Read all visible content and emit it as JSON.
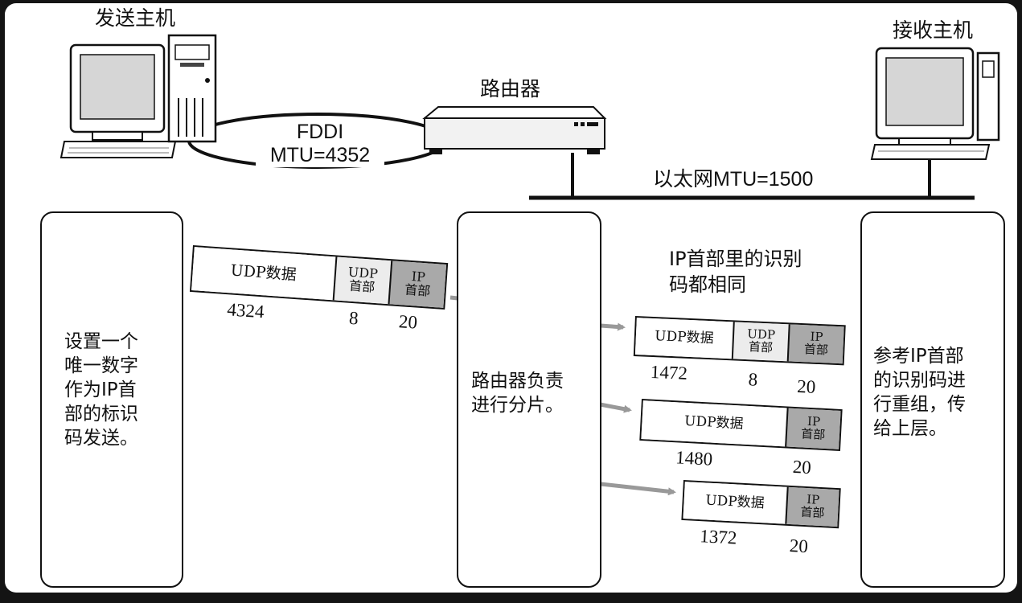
{
  "hosts": {
    "sender_label": "发送主机",
    "receiver_label": "接收主机"
  },
  "router_label": "路由器",
  "links": {
    "fddi_name": "FDDI",
    "fddi_mtu": "MTU=4352",
    "ethernet": "以太网MTU=1500"
  },
  "panels": {
    "sender_text": "设置一个\n唯一数字\n作为IP首\n部的标识\n码发送。",
    "router_text": "路由器负责\n进行分片。",
    "receiver_text": "参考IP首部\n的识别码进\n行重组，传\n给上层。"
  },
  "note": "IP首部里的识别\n码都相同",
  "original_packet": {
    "data_label": "UDP数据",
    "udp_label": "UDP\n首部",
    "ip_label": "IP\n首部",
    "data_size": "4324",
    "udp_size": "8",
    "ip_size": "20"
  },
  "fragments": [
    {
      "data_label": "UDP数据",
      "udp_label": "UDP\n首部",
      "ip_label": "IP\n首部",
      "data_size": "1472",
      "udp_size": "8",
      "ip_size": "20"
    },
    {
      "data_label": "UDP数据",
      "ip_label": "IP\n首部",
      "data_size": "1480",
      "ip_size": "20"
    },
    {
      "data_label": "UDP数据",
      "ip_label": "IP\n首部",
      "data_size": "1372",
      "ip_size": "20"
    }
  ]
}
